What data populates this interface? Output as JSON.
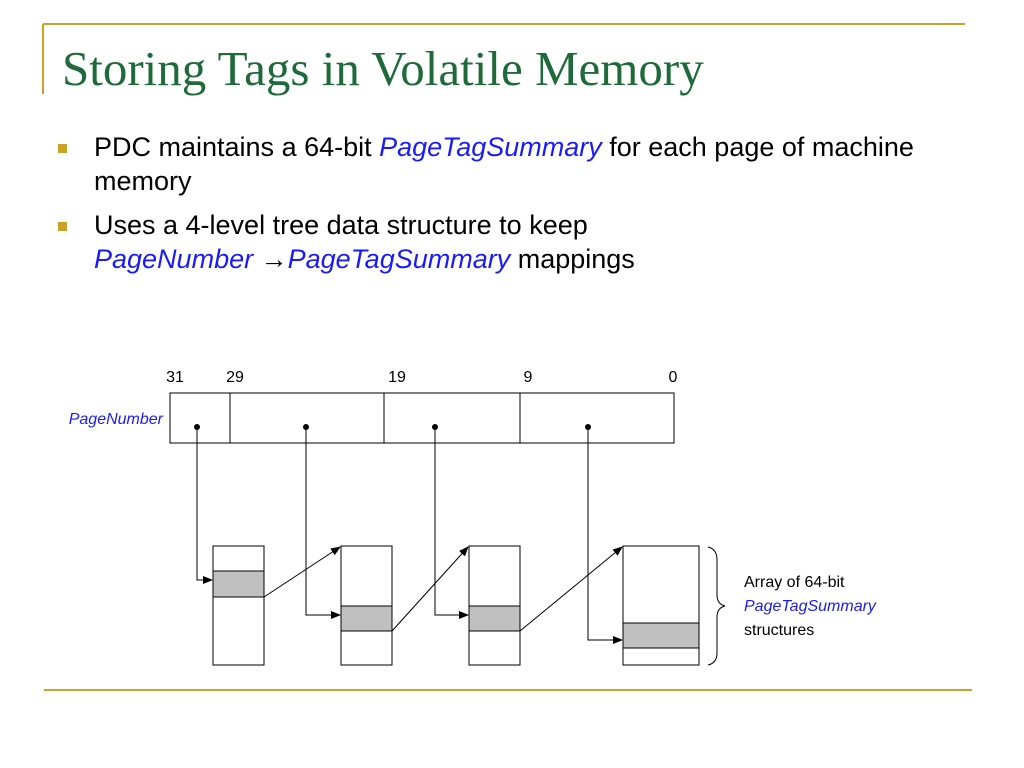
{
  "slide": {
    "title": "Storing Tags in Volatile Memory",
    "bullets": [
      {
        "pre": "PDC maintains a 64-bit ",
        "em": "PageTagSummary",
        "post": " for each page of machine memory"
      },
      {
        "pre": "Uses a 4-level tree data structure to keep ",
        "em1": "PageNumber",
        "arrow": "→",
        "em2": "PageTagSummary",
        "post": " mappings"
      }
    ]
  },
  "diagram": {
    "bit_labels": [
      "31",
      "29",
      "19",
      "9",
      "0"
    ],
    "register_label": "PageNumber",
    "annotation": {
      "line1": "Array of 64-bit",
      "line2": "PageTagSummary",
      "line3": "structures"
    }
  },
  "colors": {
    "title": "#1f6a3b",
    "accent_rule": "#c9a227",
    "emphasis_text": "#1a1aff",
    "highlight_fill": "#c0c0c0"
  }
}
